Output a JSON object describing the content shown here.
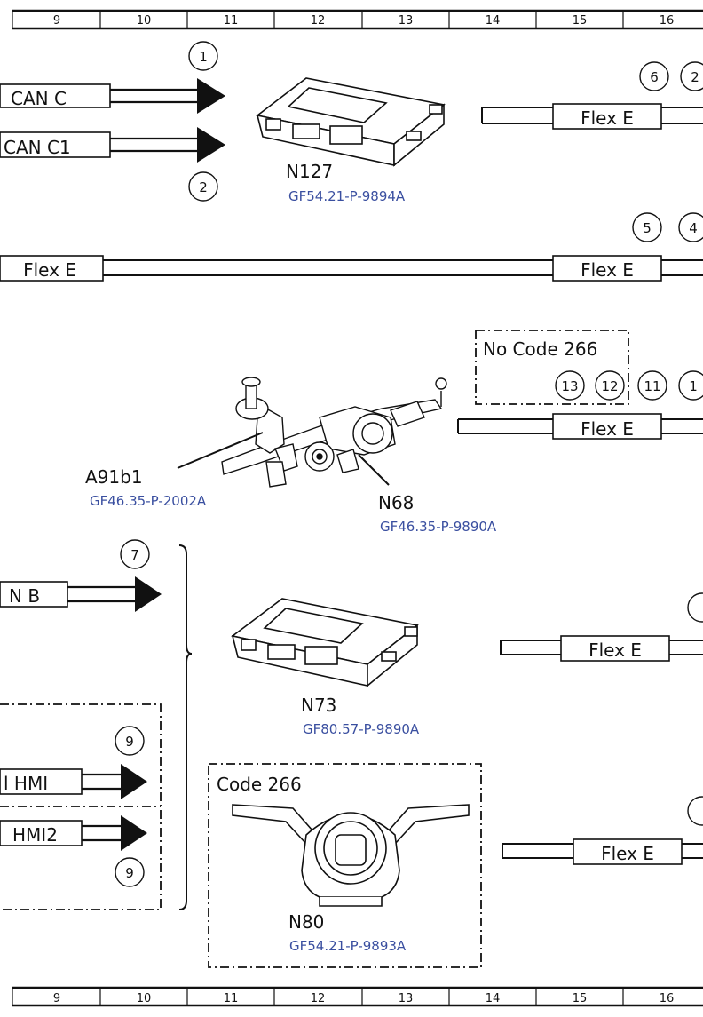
{
  "ruler": {
    "numbers": [
      "9",
      "10",
      "11",
      "12",
      "13",
      "14",
      "15",
      "16"
    ]
  },
  "buses": {
    "can_c": "CAN C",
    "can_c1": "CAN C1",
    "can_b_partial": "N B",
    "hmi_partial": "l HMI",
    "hmi2_partial": "HMI2",
    "flex_e": "Flex E"
  },
  "callouts": [
    "1",
    "2",
    "6",
    "2",
    "5",
    "4",
    "13",
    "12",
    "11",
    "1",
    "7",
    "9",
    "9"
  ],
  "components": {
    "n127": {
      "name": "N127",
      "ref": "GF54.21-P-9894A"
    },
    "a91b1": {
      "name": "A91b1",
      "ref": "GF46.35-P-2002A"
    },
    "n68": {
      "name": "N68",
      "ref": "GF46.35-P-9890A"
    },
    "n73": {
      "name": "N73",
      "ref": "GF80.57-P-9890A"
    },
    "n80": {
      "name": "N80",
      "ref": "GF54.21-P-9893A"
    }
  },
  "code_boxes": {
    "no_code": "No Code 266",
    "code": "Code 266"
  },
  "colors": {
    "line": "#111111",
    "reference_blue": "#3a4fa0"
  }
}
